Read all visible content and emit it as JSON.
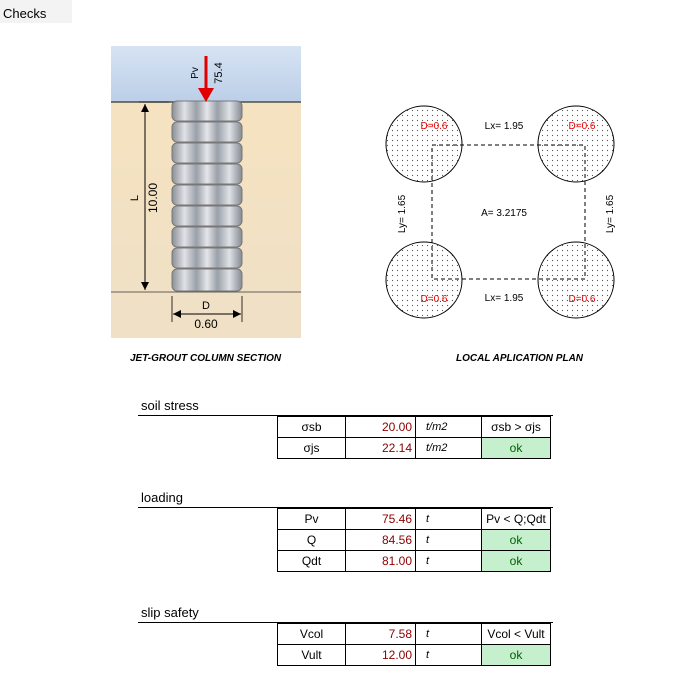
{
  "tab": {
    "label": "Checks"
  },
  "section_diagram": {
    "pv_label": "Pv",
    "pv_value": "75.4",
    "length_label": "L",
    "length_value": "10.00",
    "diameter_label": "D",
    "diameter_value": "0.60",
    "caption": "JET-GROUT COLUMN SECTION",
    "colors": {
      "sky": "#c7d8ee",
      "soil": "#f1dfbf",
      "arrow": "#e00000"
    }
  },
  "plan_diagram": {
    "circle_labels": [
      "D=0.6",
      "D=0.6",
      "D=0.6",
      "D=0.6"
    ],
    "lx_top": "Lx= 1.95",
    "lx_bottom": "Lx= 1.95",
    "ly_left": "Ly= 1.65",
    "ly_right": "Ly= 1.65",
    "area": "A= 3.2175",
    "caption": "LOCAL APLICATION PLAN"
  },
  "soil_stress": {
    "title": "soil stress",
    "rows": [
      {
        "sym": "σsb",
        "val": "20.00",
        "unit": "t/m2",
        "res": "σsb > σjs",
        "ok": false
      },
      {
        "sym": "σjs",
        "val": "22.14",
        "unit": "t/m2",
        "res": "ok",
        "ok": true
      }
    ]
  },
  "loading": {
    "title": "loading",
    "rows": [
      {
        "sym": "Pv",
        "val": "75.46",
        "unit": "t",
        "res": "Pv < Q;Qdt",
        "ok": false
      },
      {
        "sym": "Q",
        "val": "84.56",
        "unit": "t",
        "res": "ok",
        "ok": true
      },
      {
        "sym": "Qdt",
        "val": "81.00",
        "unit": "t",
        "res": "ok",
        "ok": true
      }
    ]
  },
  "slip_safety": {
    "title": "slip safety",
    "rows": [
      {
        "sym": "Vcol",
        "val": "7.58",
        "unit": "t",
        "res": "Vcol < Vult",
        "ok": false
      },
      {
        "sym": "Vult",
        "val": "12.00",
        "unit": "t",
        "res": "ok",
        "ok": true
      }
    ]
  }
}
